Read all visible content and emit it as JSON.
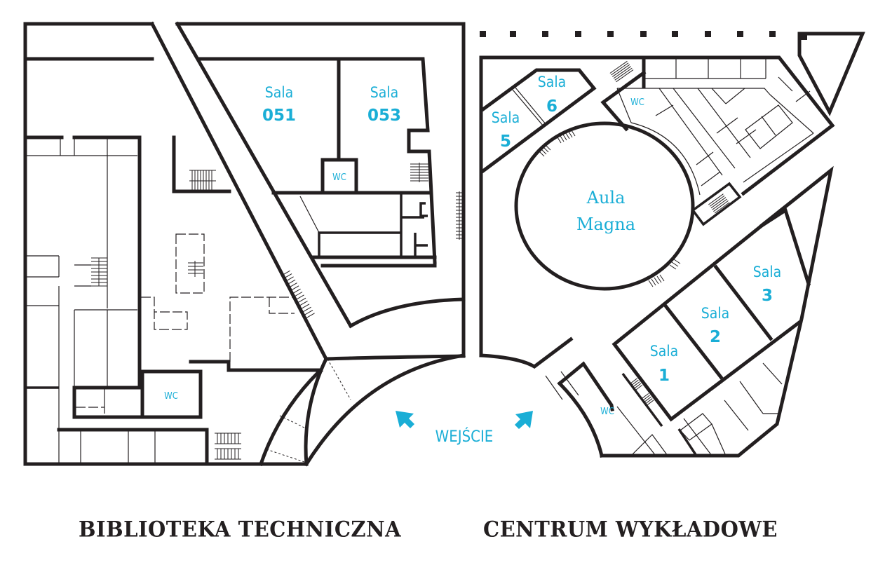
{
  "map": {
    "buildings": [
      {
        "name": "BIBLIOTEKA TECHNICZNA"
      },
      {
        "name": "CENTRUM WYKŁADOWE"
      }
    ],
    "entrance": {
      "label": "WEJŚCIE",
      "icon": "arrow-icon"
    },
    "rooms": {
      "sala_051": {
        "label": "Sala",
        "number": "051"
      },
      "sala_053": {
        "label": "Sala",
        "number": "053"
      },
      "sala_5": {
        "label": "Sala",
        "number": "5"
      },
      "sala_6": {
        "label": "Sala",
        "number": "6"
      },
      "sala_1": {
        "label": "Sala",
        "number": "1"
      },
      "sala_2": {
        "label": "Sala",
        "number": "2"
      },
      "sala_3": {
        "label": "Sala",
        "number": "3"
      },
      "aula_magna": {
        "line1": "Aula",
        "line2": "Magna"
      }
    },
    "toilets": {
      "wc_library_top": "WC",
      "wc_library_bottom": "WC",
      "wc_center_top": "WC",
      "wc_center_bottom": "WC"
    },
    "colors": {
      "label": "#1aaed6",
      "wall": "#231f20"
    }
  }
}
